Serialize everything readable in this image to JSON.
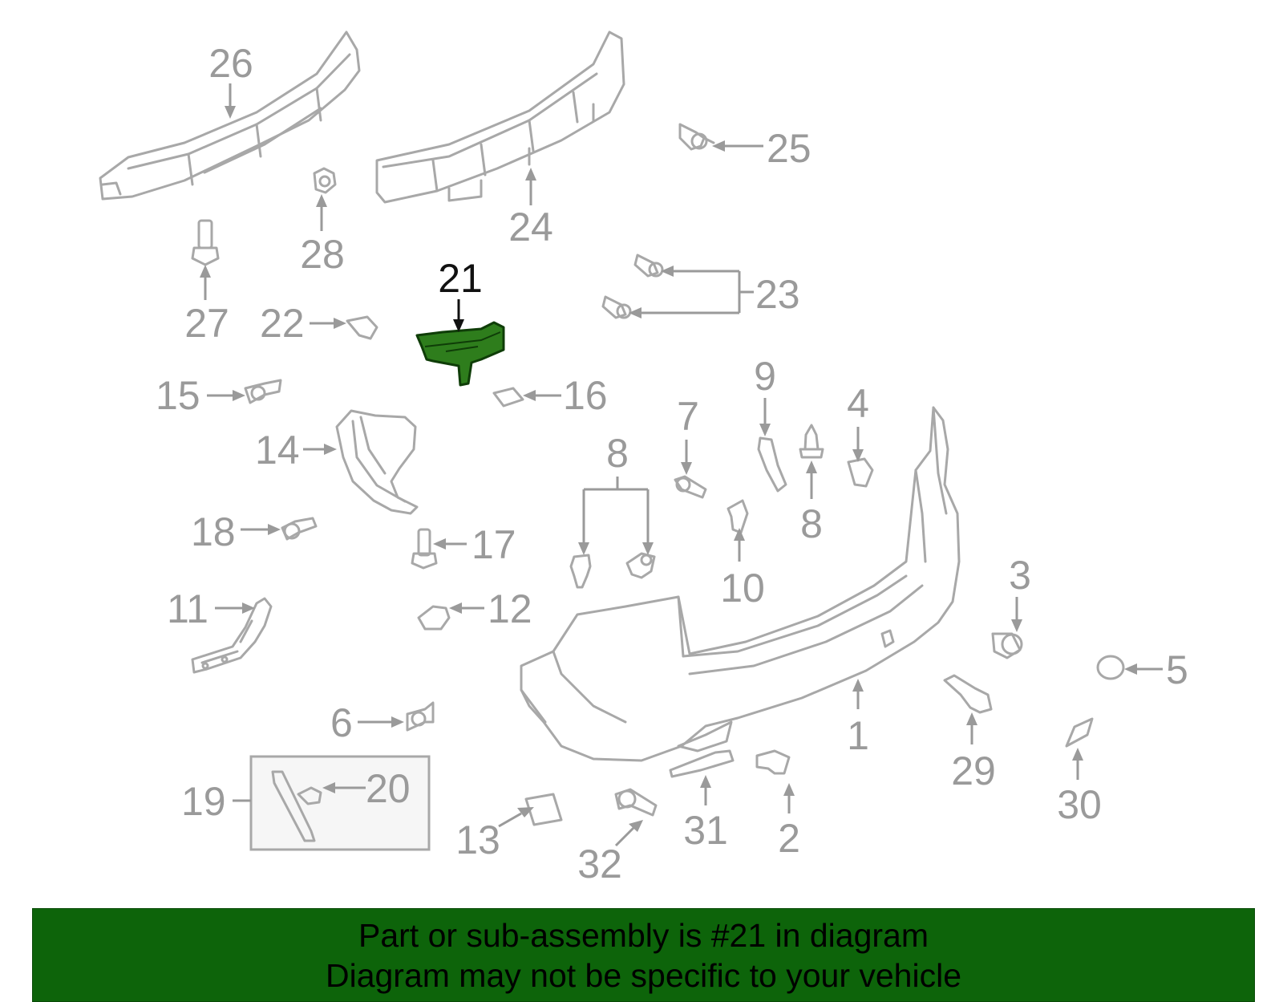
{
  "diagram": {
    "highlight_color": "#2e7d1c",
    "highlighted_part": "21",
    "callouts": {
      "c1": "1",
      "c2": "2",
      "c3": "3",
      "c4": "4",
      "c5": "5",
      "c6": "6",
      "c7": "7",
      "c8a": "8",
      "c8b": "8",
      "c9": "9",
      "c10": "10",
      "c11": "11",
      "c12": "12",
      "c13": "13",
      "c14": "14",
      "c15": "15",
      "c16": "16",
      "c17": "17",
      "c18": "18",
      "c19": "19",
      "c20": "20",
      "c21": "21",
      "c22": "22",
      "c23": "23",
      "c24": "24",
      "c25": "25",
      "c26": "26",
      "c27": "27",
      "c28": "28",
      "c29": "29",
      "c30": "30",
      "c31": "31",
      "c32": "32"
    }
  },
  "caption": {
    "line1": "Part or sub-assembly is #21 in diagram",
    "line2": "Diagram may not be specific to your vehicle",
    "background": "#0d640a"
  }
}
